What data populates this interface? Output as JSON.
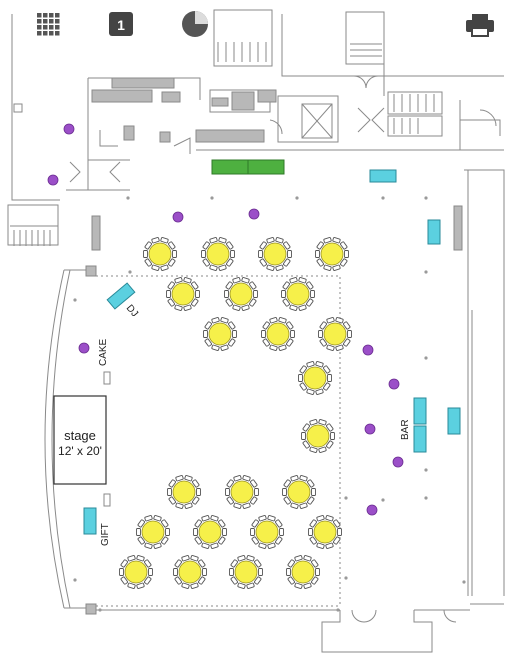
{
  "toolbar": {
    "grid_icon": "grid-icon",
    "page_number": "1",
    "view_icon": "pie-view-icon",
    "print_icon": "print-icon"
  },
  "labels": {
    "stage_line1": "stage",
    "stage_line2": "12' x 20'",
    "dj": "DJ",
    "cake": "CAKE",
    "gift": "GIFT",
    "bar": "BAR"
  },
  "colors": {
    "table": "#f6f04a",
    "table_stroke": "#9a9320",
    "chair": "#ffffff",
    "chair_stroke": "#555555",
    "prop": "#5bd0e0",
    "marker": "#9b4fc8",
    "green": "#4eb040",
    "wall": "#8a8a8a",
    "fixture": "#b8b8b8"
  }
}
